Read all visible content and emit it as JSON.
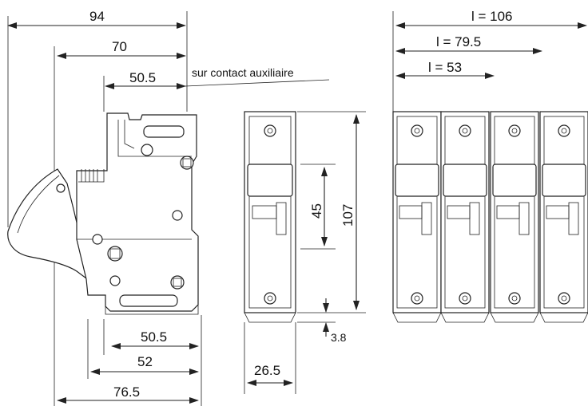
{
  "colors": {
    "line": "#222222",
    "text": "#111111",
    "background": "#ffffff"
  },
  "side_view": {
    "dim_94": "94",
    "dim_70": "70",
    "dim_50_5_top": "50.5",
    "auxiliary_note": "sur contact auxiliaire",
    "dim_50_5_bottom": "50.5",
    "dim_52": "52",
    "dim_76_5": "76.5"
  },
  "front_view": {
    "dim_45": "45",
    "dim_107": "107",
    "dim_3_8": "3.8",
    "dim_26_5": "26.5"
  },
  "assembly_view": {
    "dim_l_106": "l = 106",
    "dim_l_79_5": "l = 79.5",
    "dim_l_53": "l = 53"
  }
}
